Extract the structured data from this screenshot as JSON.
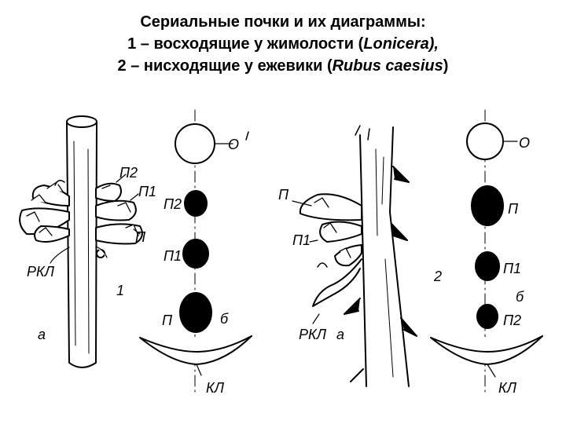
{
  "title": {
    "line1": "Сериальные почки и их диаграммы:",
    "line2_prefix": "1 – восходящие у жимолости (",
    "line2_latin": "Lonicera),",
    "line3_prefix": "2 – нисходящие у ежевики (",
    "line3_latin": "Rubus caesius",
    "line3_suffix": ")"
  },
  "figure_left": {
    "number": "1",
    "letter_a": "а",
    "letter_b": "б",
    "labels": {
      "p2": "П2",
      "p1": "П1",
      "p": "П",
      "rkl": "РКЛ"
    },
    "diagram": {
      "o": "О",
      "p2": "П2",
      "p1": "П1",
      "p": "П",
      "kl": "КЛ"
    }
  },
  "figure_right": {
    "number": "2",
    "letter_a": "а",
    "letter_b": "б",
    "labels": {
      "p": "П",
      "p1": "П1",
      "rkl": "РКЛ"
    },
    "diagram": {
      "o": "О",
      "p": "П",
      "p1": "П1",
      "p2": "П2",
      "kl": "КЛ"
    }
  },
  "colors": {
    "ink": "#000000",
    "paper": "#ffffff"
  }
}
